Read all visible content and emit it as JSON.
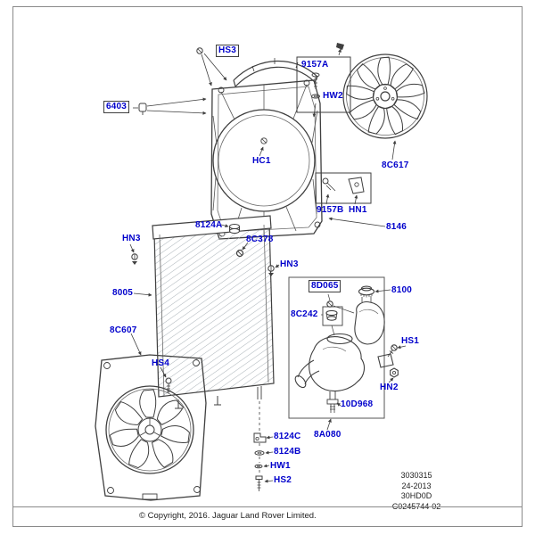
{
  "diagram": {
    "callouts": [
      {
        "label": "HS3"
      },
      {
        "label": "9157A"
      },
      {
        "label": "6403"
      },
      {
        "label": "HW2"
      },
      {
        "label": "HC1"
      },
      {
        "label": "8C617"
      },
      {
        "label": "9157B"
      },
      {
        "label": "HN1"
      },
      {
        "label": "8146"
      },
      {
        "label": "8124A"
      },
      {
        "label": "8C378"
      },
      {
        "label": "HN3"
      },
      {
        "label": "HN3"
      },
      {
        "label": "8005"
      },
      {
        "label": "8D065"
      },
      {
        "label": "8100"
      },
      {
        "label": "8C242"
      },
      {
        "label": "8C607"
      },
      {
        "label": "HS1"
      },
      {
        "label": "HS4"
      },
      {
        "label": "HN2"
      },
      {
        "label": "10D968"
      },
      {
        "label": "8A080"
      },
      {
        "label": "8124C"
      },
      {
        "label": "8124B"
      },
      {
        "label": "HW1"
      },
      {
        "label": "HS2"
      }
    ],
    "ref_block": [
      "3030315",
      "24-2013",
      "30HD0D",
      "C0245744-02"
    ],
    "footer": {
      "copyright": "© Copyright, 2016. Jaguar Land Rover Limited."
    },
    "colors": {
      "label": "#0000cc",
      "line": "#3f3f3f"
    }
  }
}
